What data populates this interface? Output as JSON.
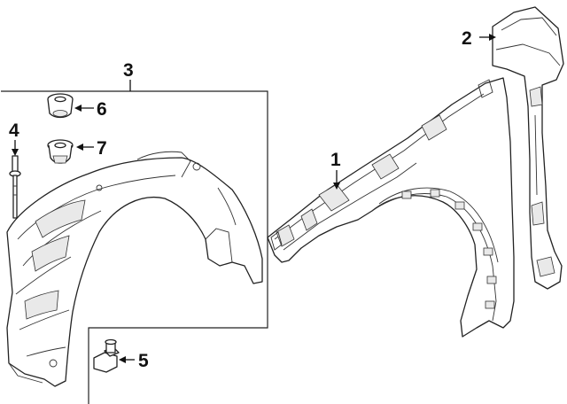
{
  "diagram": {
    "callouts": [
      {
        "id": "1",
        "label": "1"
      },
      {
        "id": "2",
        "label": "2"
      },
      {
        "id": "3",
        "label": "3"
      },
      {
        "id": "4",
        "label": "4"
      },
      {
        "id": "5",
        "label": "5"
      },
      {
        "id": "6",
        "label": "6"
      },
      {
        "id": "7",
        "label": "7"
      }
    ],
    "parts": [
      {
        "callout": "1",
        "icon": "fender-icon"
      },
      {
        "callout": "2",
        "icon": "fender-bracket-icon"
      },
      {
        "callout": "3",
        "icon": "fender-liner-icon"
      },
      {
        "callout": "4",
        "icon": "push-pin-clip-icon"
      },
      {
        "callout": "5",
        "icon": "screw-icon"
      },
      {
        "callout": "6",
        "icon": "retainer-nut-icon"
      },
      {
        "callout": "7",
        "icon": "flange-nut-icon"
      }
    ]
  }
}
